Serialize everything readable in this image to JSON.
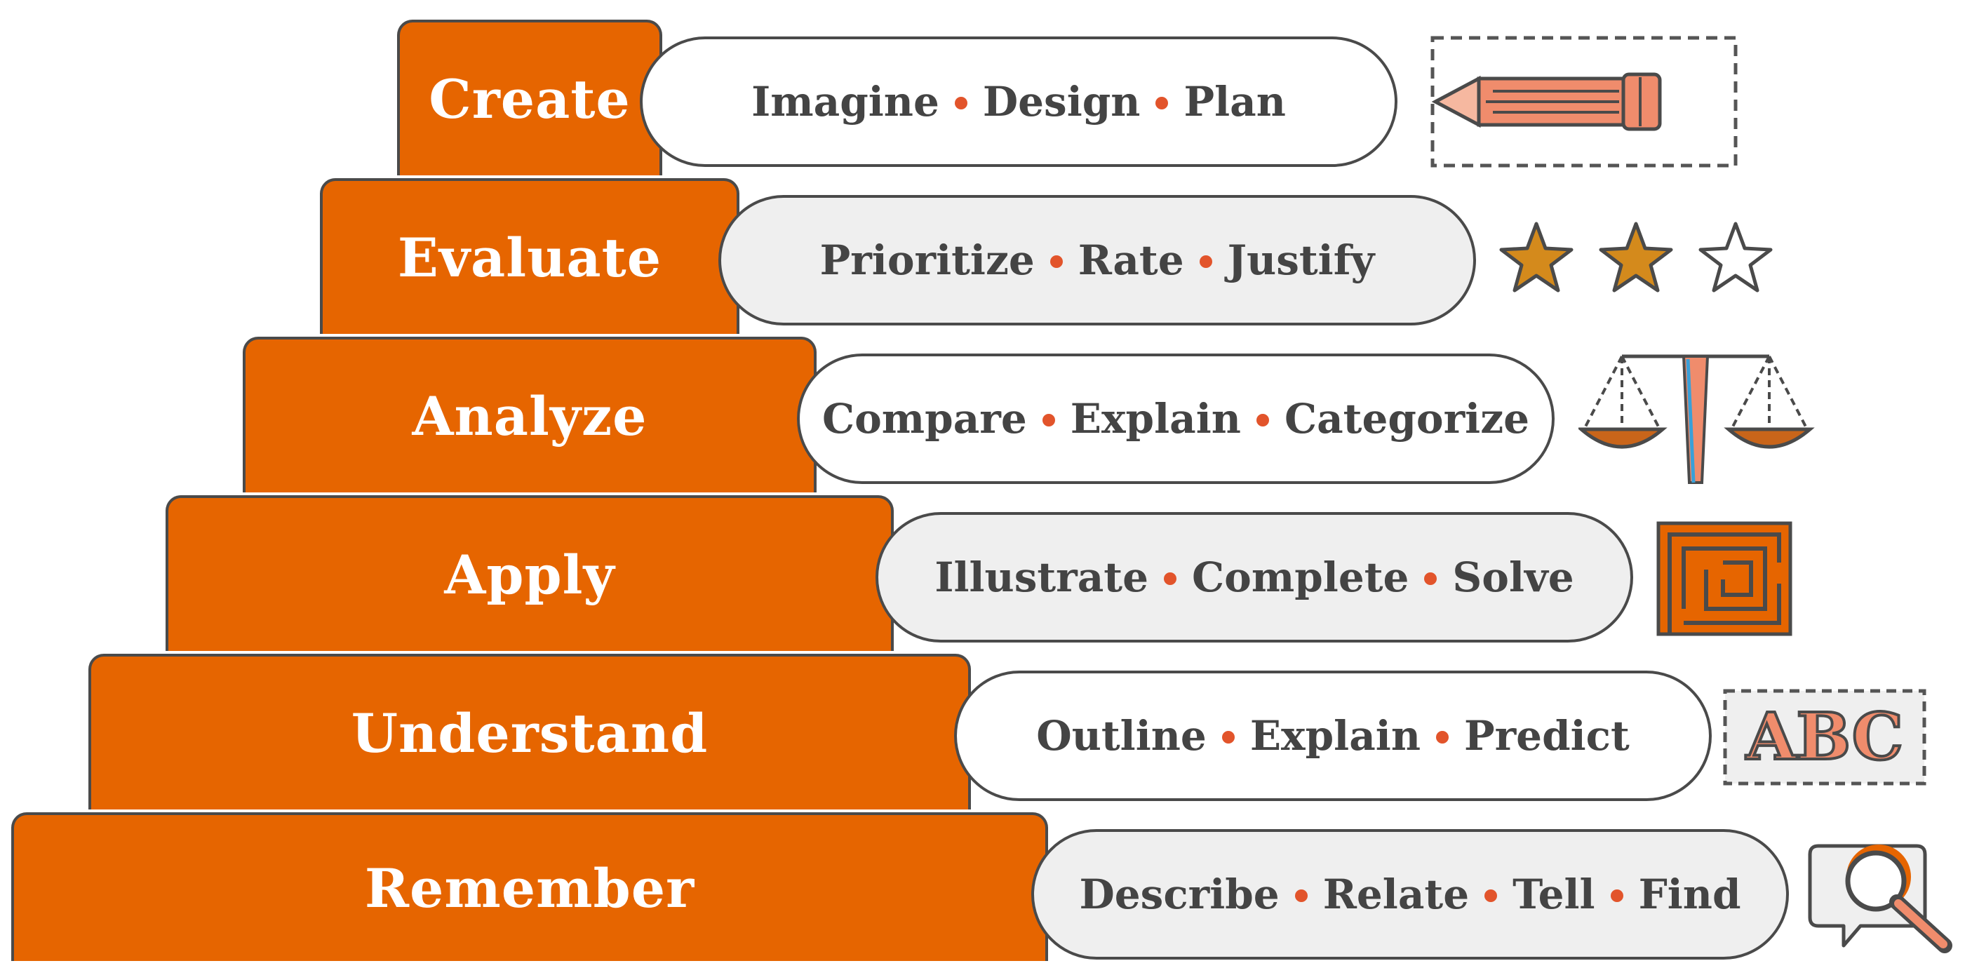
{
  "levels": [
    {
      "label": "Create",
      "verbs": [
        "Imagine",
        "Design",
        "Plan"
      ],
      "icon": "pencil-icon",
      "pill_style": "white"
    },
    {
      "label": "Evaluate",
      "verbs": [
        "Prioritize",
        "Rate",
        "Justify"
      ],
      "icon": "star-rating-icon",
      "pill_style": "grey",
      "rating": 2,
      "rating_max": 3
    },
    {
      "label": "Analyze",
      "verbs": [
        "Compare",
        "Explain",
        "Categorize"
      ],
      "icon": "balance-scale-icon",
      "pill_style": "white"
    },
    {
      "label": "Apply",
      "verbs": [
        "Illustrate",
        "Complete",
        "Solve"
      ],
      "icon": "maze-icon",
      "pill_style": "grey"
    },
    {
      "label": "Understand",
      "verbs": [
        "Outline",
        "Explain",
        "Predict"
      ],
      "icon": "abc-letters-icon",
      "pill_style": "white",
      "icon_text": "ABC"
    },
    {
      "label": "Remember",
      "verbs": [
        "Describe",
        "Relate",
        "Tell",
        "Find"
      ],
      "icon": "magnifier-speech-icon",
      "pill_style": "grey"
    }
  ],
  "colors": {
    "block_orange": "#e66500",
    "outline_grey": "#4a4a4a",
    "dot_red": "#e2542b",
    "star_gold": "#d48a1c",
    "icon_salmon": "#f08c6c"
  }
}
